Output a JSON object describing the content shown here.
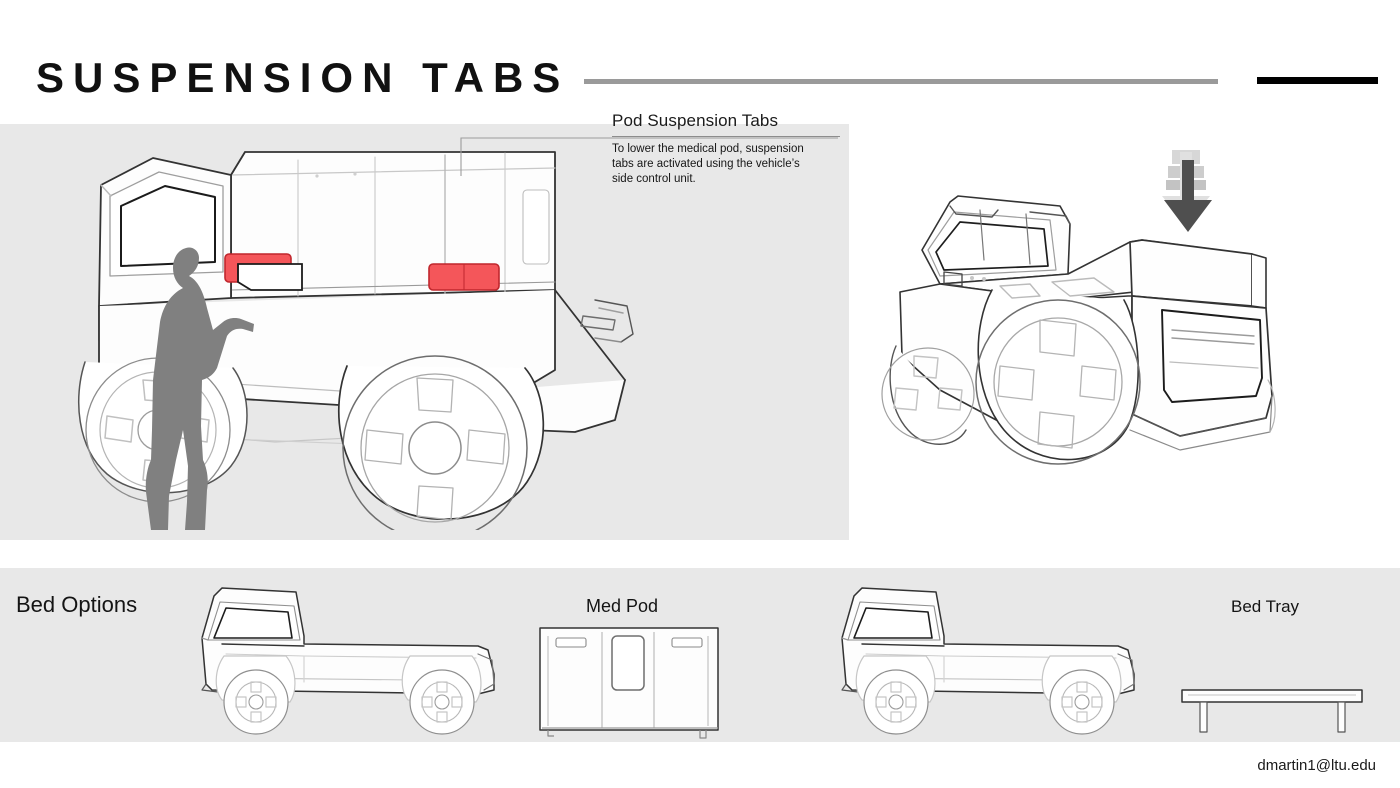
{
  "header": {
    "title": "SUSPENSION TABS",
    "rule_gray_color": "#9a9a9a",
    "rule_black_color": "#000000"
  },
  "callout": {
    "title": "Pod Suspension Tabs",
    "body": "To lower the medical pod, suspension  tabs  are activated using the vehicle’s side control unit."
  },
  "main_panel": {
    "background": "#e8e8e8",
    "left_scene_name": "truck-with-medical-pod-and-operator",
    "right_scene_name": "truck-rear-three-quarter-with-lowering-arrow",
    "accent_tab_color": "#f4565a",
    "operator_silhouette_color": "#808080",
    "motion_arrow_color": "#4f4f4f"
  },
  "bed_options": {
    "section_label": "Bed Options",
    "items": [
      {
        "label": "",
        "name": "truck-side-view-left"
      },
      {
        "label": "Med Pod",
        "name": "med-pod-module"
      },
      {
        "label": "",
        "name": "truck-side-view-right"
      },
      {
        "label": "Bed Tray",
        "name": "bed-tray-module"
      }
    ],
    "background": "#e8e8e8"
  },
  "footer": {
    "email": "dmartin1@ltu.edu"
  }
}
